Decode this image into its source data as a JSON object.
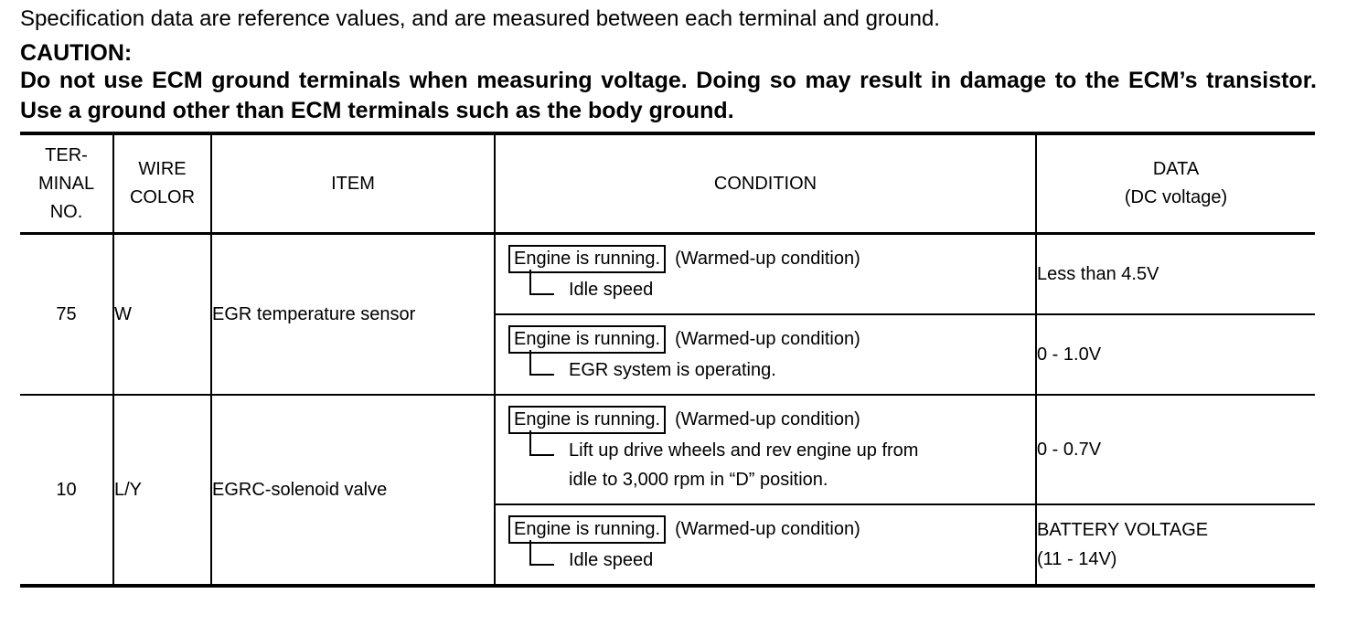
{
  "intro": "Specification data are reference values, and are measured between each terminal and ground.",
  "caution": {
    "title": "CAUTION:",
    "body": "Do not use ECM ground terminals when measuring voltage. Doing so may result in damage to the ECM’s transistor. Use a ground other than ECM terminals such as the body ground."
  },
  "table": {
    "headers": {
      "terminal": [
        "TER-",
        "MINAL",
        "NO."
      ],
      "wire": [
        "WIRE",
        "COLOR"
      ],
      "item": "ITEM",
      "condition": "CONDITION",
      "data": [
        "DATA",
        "(DC voltage)"
      ]
    },
    "rows": [
      {
        "terminal": "75",
        "wire": "W",
        "item": "EGR temperature sensor",
        "conditions": [
          {
            "boxed": "Engine is running.",
            "note": "(Warmed-up condition)",
            "sub": [
              "Idle speed"
            ],
            "data": [
              "Less than 4.5V"
            ]
          },
          {
            "boxed": "Engine is running.",
            "note": "(Warmed-up condition)",
            "sub": [
              "EGR system is operating."
            ],
            "data": [
              "0 - 1.0V"
            ]
          }
        ]
      },
      {
        "terminal": "10",
        "wire": "L/Y",
        "item": "EGRC-solenoid valve",
        "conditions": [
          {
            "boxed": "Engine is running.",
            "note": "(Warmed-up condition)",
            "sub": [
              "Lift up drive wheels and rev engine up from",
              "idle to 3,000 rpm in “D” position."
            ],
            "data": [
              "0 - 0.7V"
            ]
          },
          {
            "boxed": "Engine is running.",
            "note": "(Warmed-up condition)",
            "sub": [
              "Idle speed"
            ],
            "data": [
              "BATTERY VOLTAGE",
              "(11 - 14V)"
            ]
          }
        ]
      }
    ]
  }
}
